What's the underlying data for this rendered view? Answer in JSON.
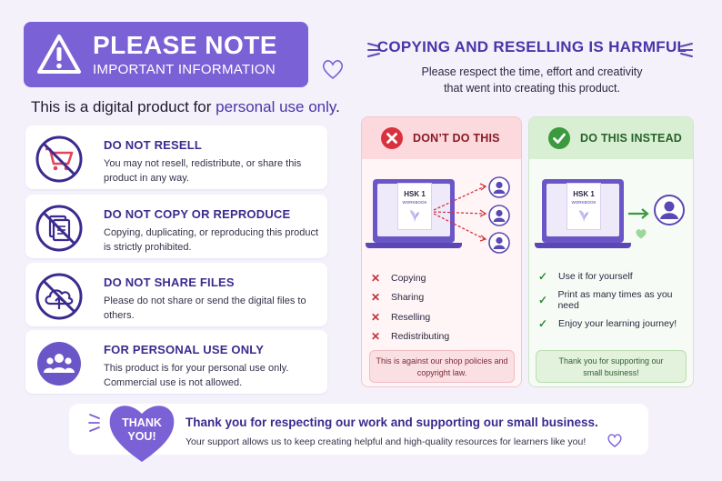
{
  "header": {
    "title": "PLEASE NOTE",
    "subtitle": "IMPORTANT INFORMATION",
    "intro_prefix": "This is a digital product for ",
    "intro_highlight": "personal use only",
    "intro_suffix": "."
  },
  "rules": [
    {
      "icon": "no-cart-icon",
      "title": "DO NOT RESELL",
      "text": "You may not resell, redistribute, or share this product in any way."
    },
    {
      "icon": "no-copy-icon",
      "title": "DO NOT COPY OR REPRODUCE",
      "text": "Copying, duplicating, or reproducing this product is strictly prohibited."
    },
    {
      "icon": "no-cloud-upload-icon",
      "title": "DO NOT SHARE FILES",
      "text": "Please do not share or send the digital files to others."
    },
    {
      "icon": "users-icon",
      "title": "FOR PERSONAL USE ONLY",
      "text": "This product is for your personal use only. Commercial use is not allowed."
    }
  ],
  "right_header": {
    "title": "COPYING AND RESELLING IS HARMFUL",
    "subtitle_line1": "Please respect the time, effort and creativity",
    "subtitle_line2": "that went into creating this product."
  },
  "dont": {
    "label": "DON’T DO THIS",
    "book_title": "HSK 1",
    "book_subtitle": "WORKBOOK",
    "items": [
      "Copying",
      "Sharing",
      "Reselling",
      "Redistributing"
    ],
    "note_line1": "This is against our shop policies and",
    "note_line2": "copyright law."
  },
  "do": {
    "label": "DO THIS INSTEAD",
    "book_title": "HSK 1",
    "book_subtitle": "WORKBOOK",
    "items": [
      "Use it for yourself",
      "Print as many times as you need",
      "Enjoy your learning journey!"
    ],
    "note_line1": "Thank you for supporting our",
    "note_line2": "small business!"
  },
  "footer": {
    "heart_line1": "THANK",
    "heart_line2": "YOU!",
    "title": "Thank you for respecting our work and supporting our small business.",
    "text": "Your support allows us to keep creating helpful and high-quality resources for learners like you!"
  },
  "colors": {
    "purple": "#7b61d6",
    "deep_purple": "#3b2b8f",
    "red": "#c62f3a",
    "green": "#2f8a3a",
    "background": "#f4f1fb"
  }
}
